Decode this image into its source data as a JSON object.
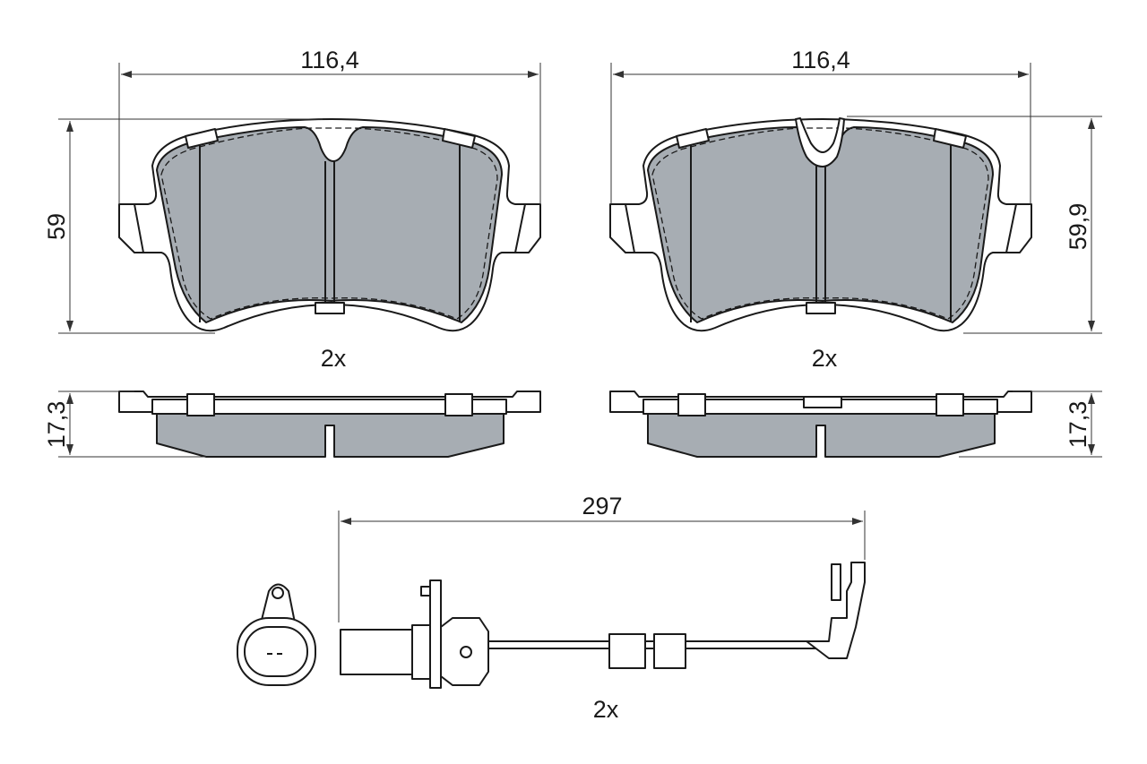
{
  "drawing": {
    "front_left": {
      "width_label": "116,4",
      "height_label": "59",
      "quantity": "2x"
    },
    "front_right": {
      "width_label": "116,4",
      "height_label": "59,9",
      "quantity": "2x"
    },
    "side_left": {
      "thickness_label": "17,3"
    },
    "side_right": {
      "thickness_label": "17,3"
    },
    "wear_sensor": {
      "length_label": "297",
      "quantity": "2x"
    },
    "colors": {
      "friction_material": "#a7adb3",
      "outline": "#1a1a1a",
      "background": "#ffffff"
    }
  }
}
